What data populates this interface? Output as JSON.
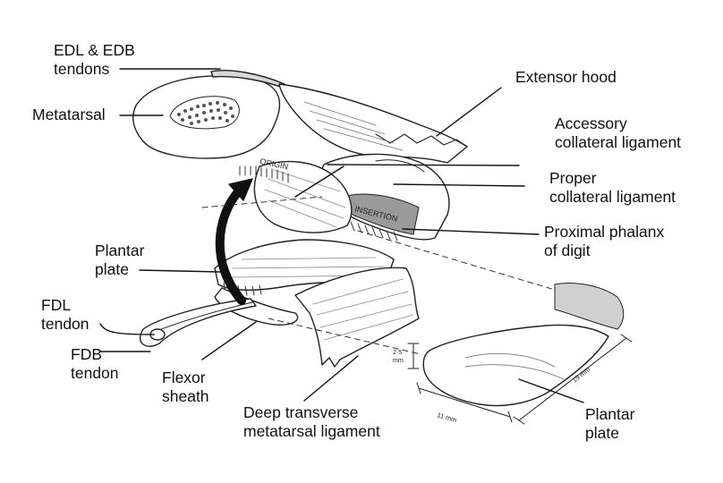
{
  "labels": {
    "edl_edb": "EDL & EDB\ntendons",
    "metatarsal": "Metatarsal",
    "extensor_hood": "Extensor hood",
    "accessory_collateral": "Accessory\ncollateral ligament",
    "proper_collateral": "Proper\ncollateral ligament",
    "proximal_phalanx": "Proximal phalanx\nof digit",
    "plantar_plate_left": "Plantar\nplate",
    "fdl_tendon": "FDL\ntendon",
    "fdb_tendon": "FDB\ntendon",
    "flexor_sheath": "Flexor\nsheath",
    "deep_transverse": "Deep transverse\nmetatarsal ligament",
    "plantar_plate_right": "Plantar\nplate"
  },
  "drawing": {
    "origin": "ORIGIN",
    "insertion": "INSERTION",
    "dim_thickness": "2·5\nmm",
    "dim_width": "11 mm",
    "dim_length": "19 mm"
  },
  "colors": {
    "ink": "#222222",
    "shade": "#9a9a9a",
    "arrow": "#111111"
  }
}
